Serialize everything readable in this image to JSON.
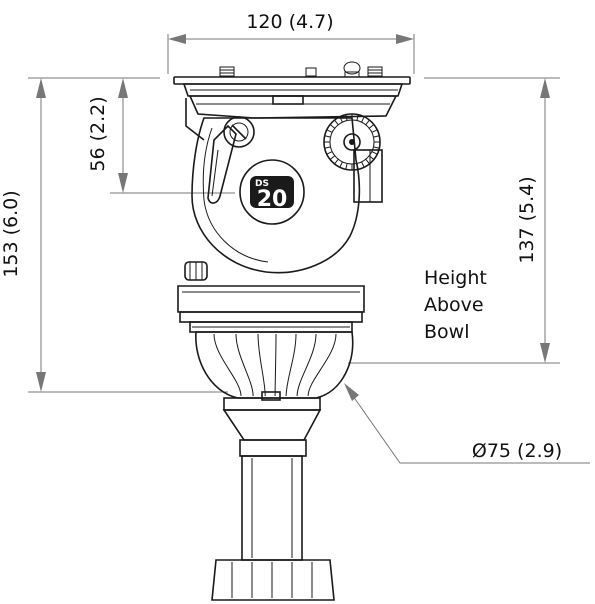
{
  "dimensions": {
    "width": "120 (4.7)",
    "plate_height": "56 (2.2)",
    "total_height": "153 (6.0)",
    "bowl_height": "137 (5.4)",
    "bowl_diameter": "Ø75 (2.9)"
  },
  "labels": {
    "height_above_bowl": [
      "Height",
      "Above",
      "Bowl"
    ]
  },
  "badge": {
    "series": "DS",
    "number": "20"
  }
}
